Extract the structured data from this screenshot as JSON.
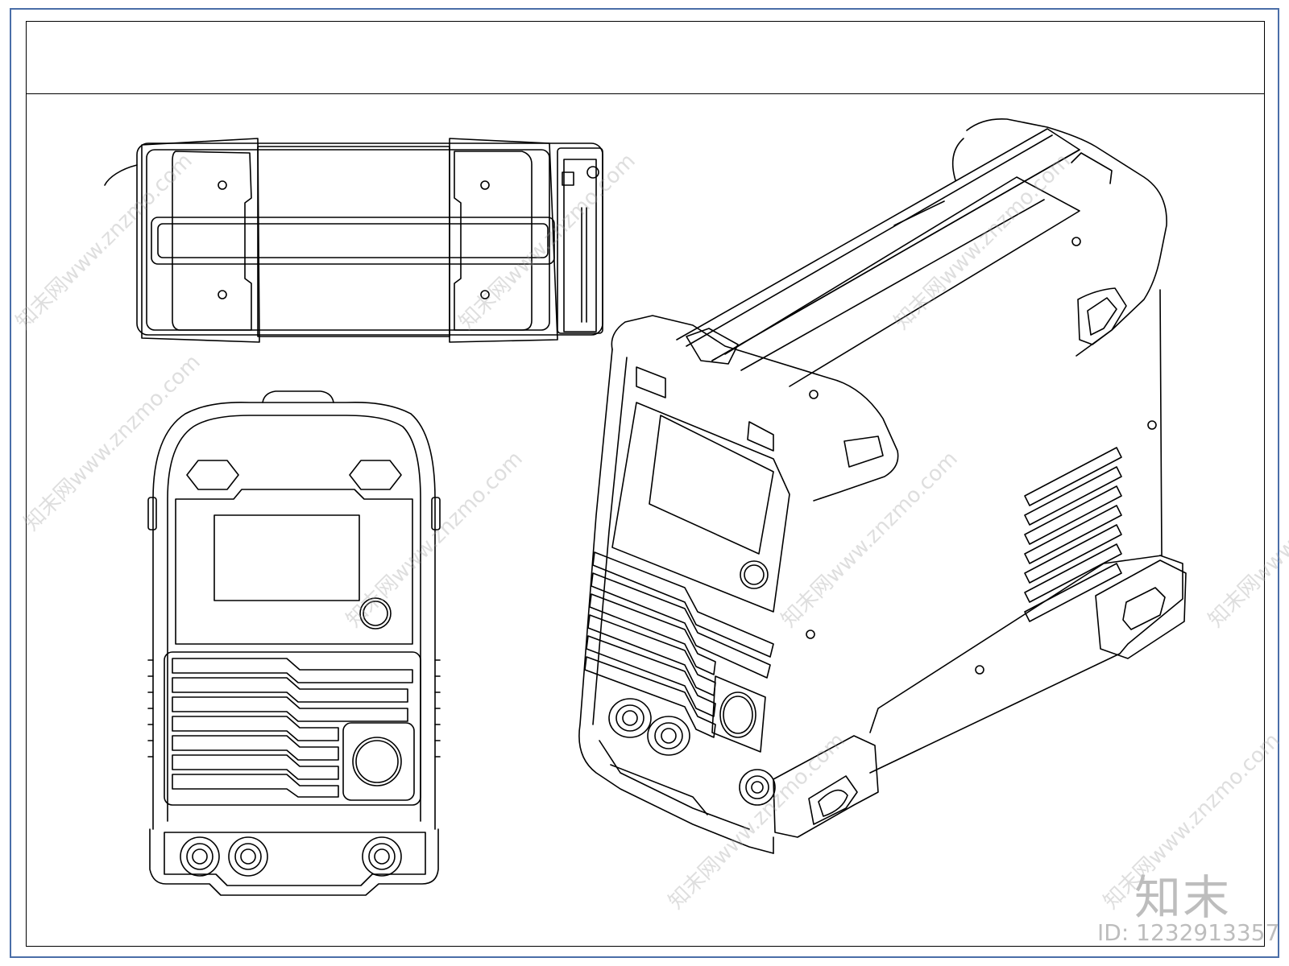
{
  "sheet": {
    "watermark_logo": "知末",
    "watermark_id": "ID: 1232913357",
    "watermark_pattern": "知末网www.znzmo.com"
  },
  "colors": {
    "frame_outer": "#4a6ea8",
    "line": "#000000",
    "watermark": "#bdbdbd"
  },
  "views": [
    "top-view",
    "front-view",
    "isometric-view"
  ]
}
